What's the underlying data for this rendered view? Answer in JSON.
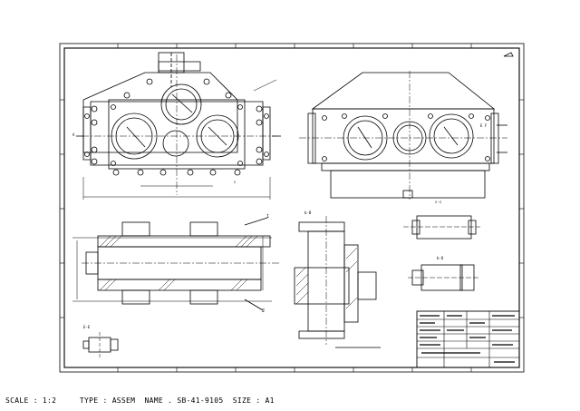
{
  "drawing": {
    "view_labels": {
      "section_bb": "b-B",
      "section_cc": "c-c",
      "section_dd": "b-D",
      "section_ee": "E-E",
      "side_marker": "E F",
      "item_1": "1",
      "item_2": "2"
    }
  },
  "status": {
    "scale": "SCALE : 1:2",
    "type": "TYPE : ASSEM",
    "name": "NAME . SB-41-9105",
    "size": "SIZE : A1"
  }
}
